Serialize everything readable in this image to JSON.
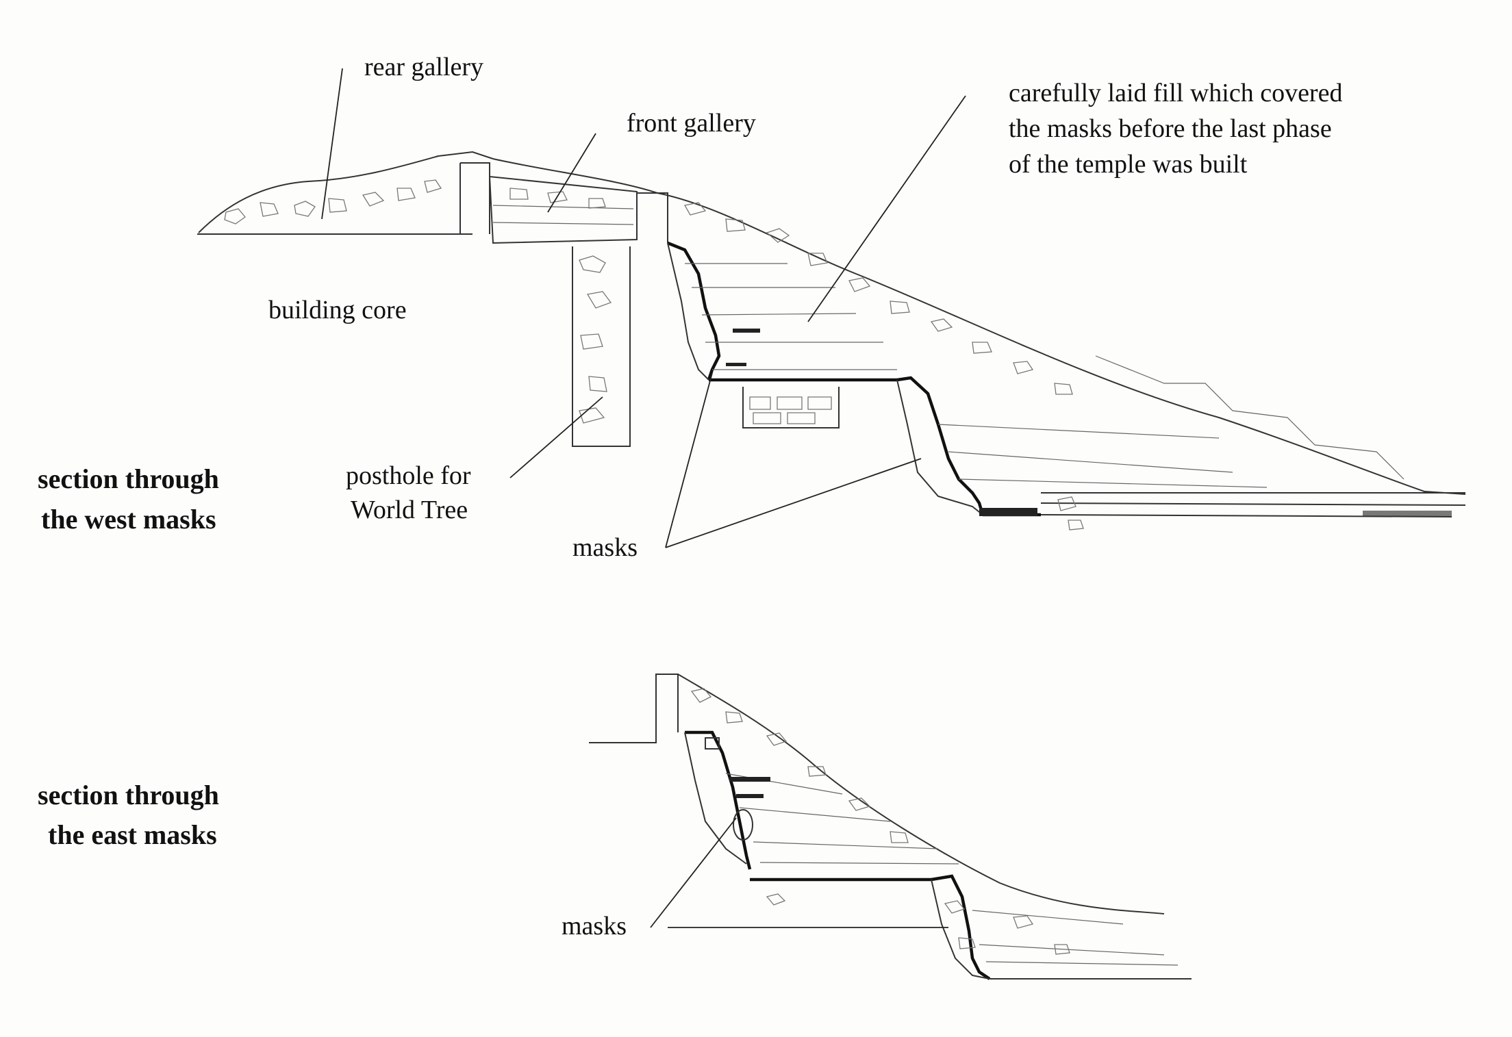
{
  "labels": {
    "rear_gallery": "rear gallery",
    "front_gallery": "front gallery",
    "fill_line1": "carefully laid fill which covered",
    "fill_line2": "the masks before the last phase",
    "fill_line3": "of the temple was built",
    "building_core": "building core",
    "posthole_line1": "posthole for",
    "posthole_line2": "World Tree",
    "masks_west": "masks",
    "masks_east": "masks",
    "west_title_line1": "section through",
    "west_title_line2": "the west masks",
    "east_title_line1": "section through",
    "east_title_line2": "the east masks"
  },
  "colors": {
    "ink": "#111111",
    "paper": "#fdfdfb"
  }
}
